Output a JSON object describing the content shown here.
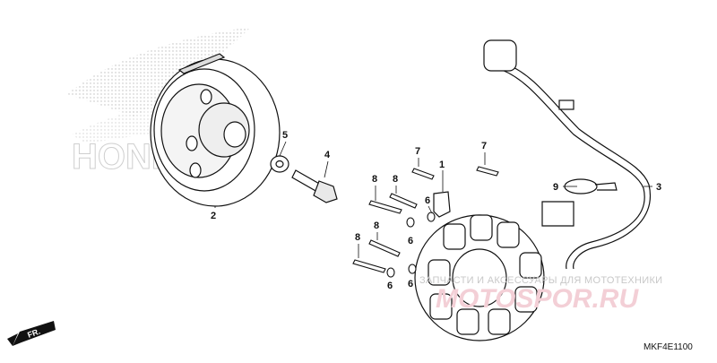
{
  "diagram": {
    "catalog_code": "MKF4E1100",
    "direction_label": "FR.",
    "brand_watermark": "HONDA",
    "shop_watermark": {
      "tagline": "ЗАПЧАСТИ И АКСЕССУАРЫ ДЛЯ МОТОТЕХНИКИ",
      "site": "MOTOSPOR.RU"
    },
    "callouts": [
      "1",
      "2",
      "3",
      "4",
      "5",
      "6",
      "6",
      "6",
      "6",
      "7",
      "7",
      "8",
      "8",
      "8",
      "8",
      "9"
    ]
  }
}
